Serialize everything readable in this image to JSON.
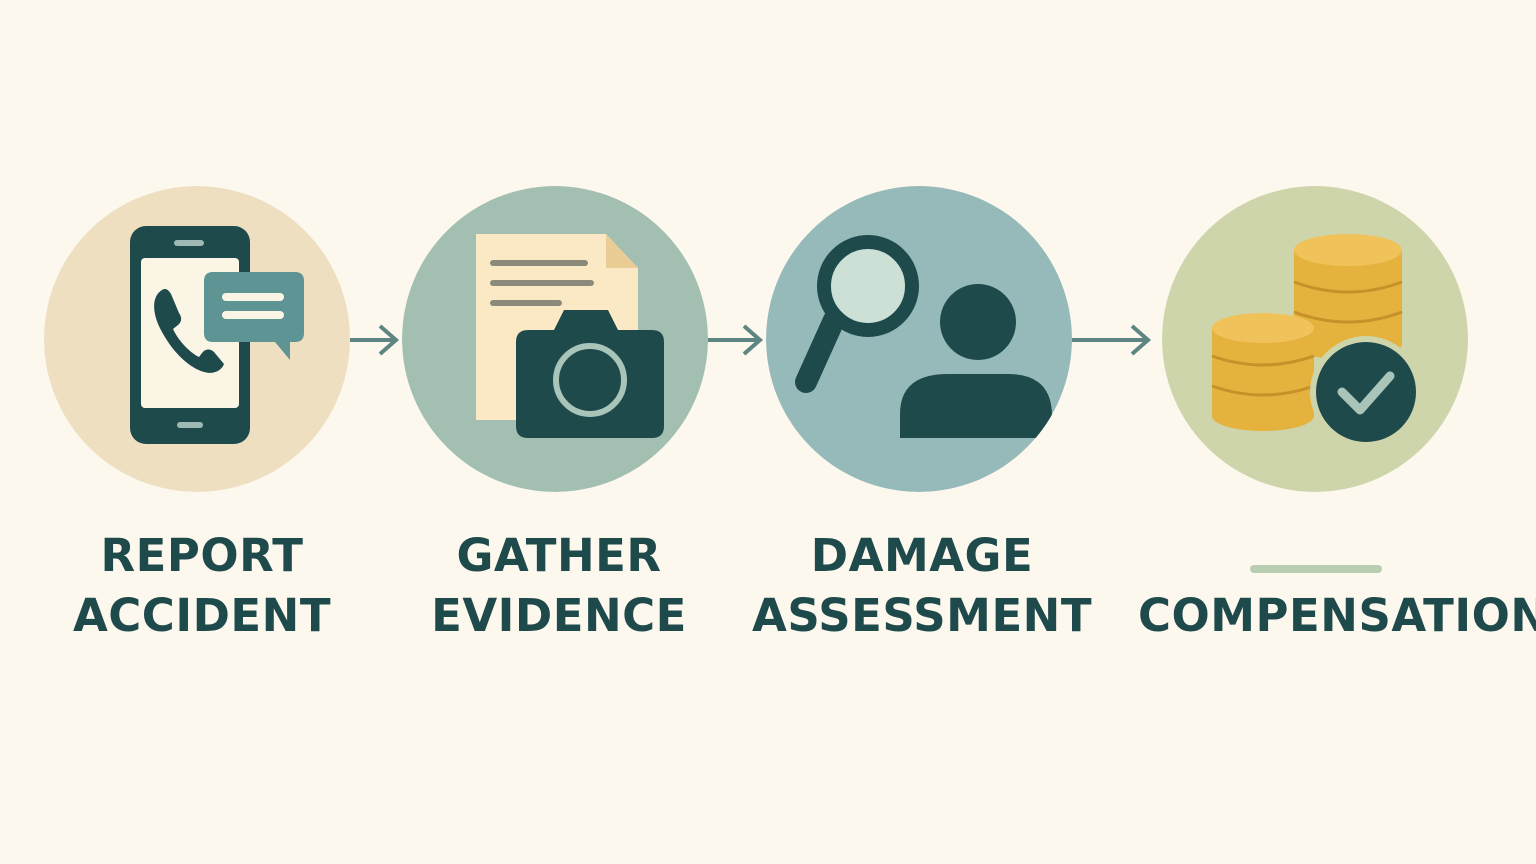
{
  "colors": {
    "background": "#fcf8ee",
    "text": "#1f4a4c",
    "arrow": "#5e8582",
    "circle_report": "#efdfc1",
    "circle_gather": "#a3bfb2",
    "circle_damage": "#96b9ba",
    "circle_compensation": "#cfd5ab",
    "dark": "#1f4a4c",
    "coin": "#e5b23e",
    "dash": "#b9cdb1"
  },
  "steps": [
    {
      "id": "report",
      "icon": "phone-chat-icon",
      "label_line1": "REPORT",
      "label_line2": "ACCIDENT"
    },
    {
      "id": "gather",
      "icon": "document-camera-icon",
      "label_line1": "GATHER",
      "label_line2": "EVIDENCE"
    },
    {
      "id": "damage",
      "icon": "magnifier-person-icon",
      "label_line1": "DAMAGE",
      "label_line2": "ASSESSMENT"
    },
    {
      "id": "compensation",
      "icon": "coins-check-icon",
      "label_line1": "",
      "label_line2": "COMPENSATION"
    }
  ]
}
